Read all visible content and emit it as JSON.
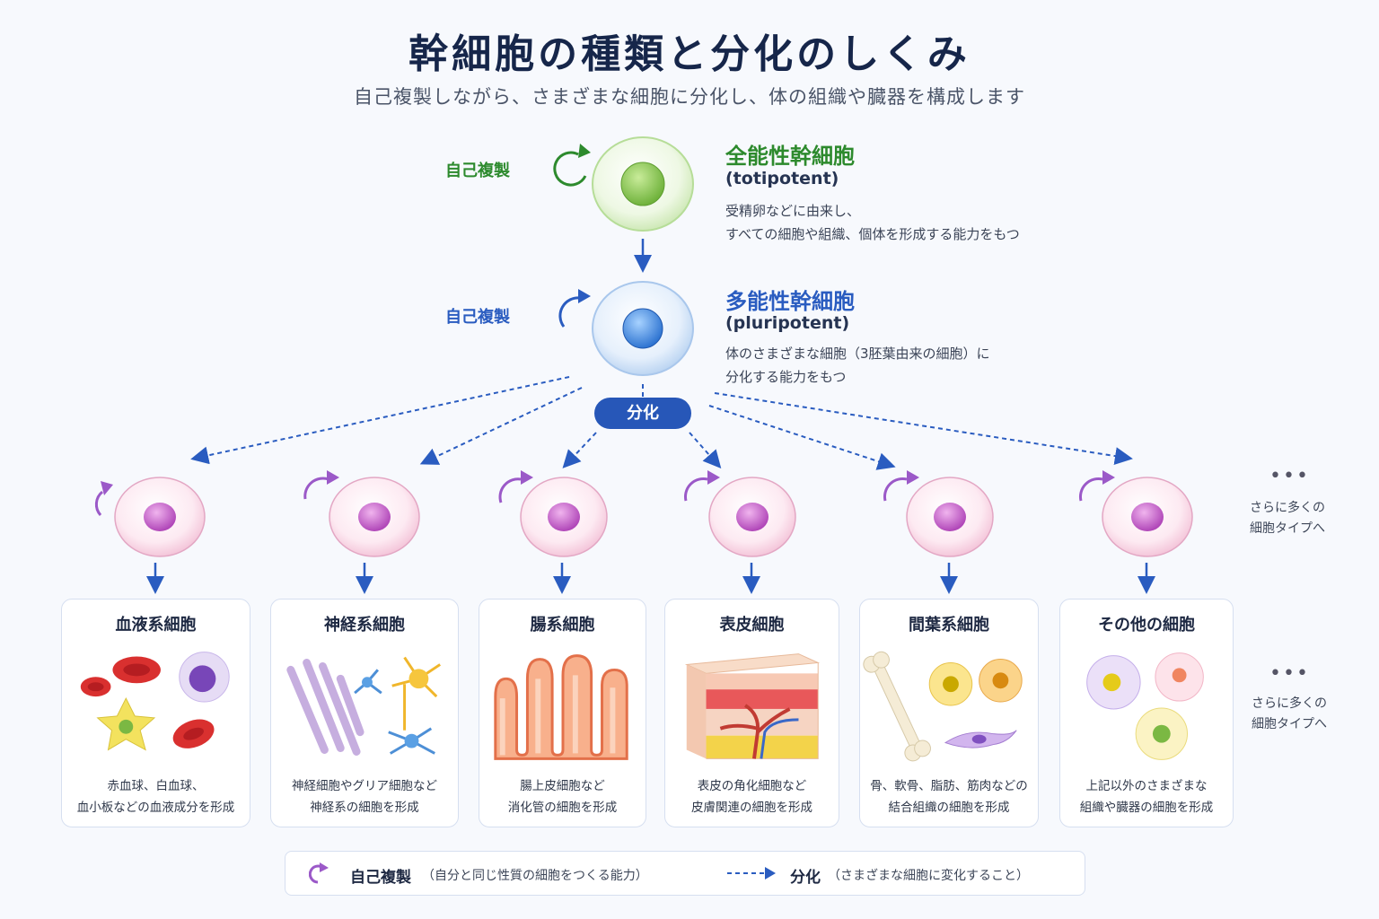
{
  "title": "幹細胞の種類と分化のしくみ",
  "subtitle": "自己複製しながら、さまざまな細胞に分化し、体の組織や臓器を構成します",
  "colors": {
    "totipotent": "#2d8a2d",
    "pluripotent": "#2a5cc0",
    "progenitor": "#9b59c8",
    "arrow": "#2a5cc0"
  },
  "totipotent": {
    "self_renewal_label": "自己複製",
    "name": "全能性幹細胞",
    "en": "(totipotent)",
    "desc1": "受精卵などに由来し、",
    "desc2": "すべての細胞や組織、個体を形成する能力をもつ"
  },
  "pluripotent": {
    "self_renewal_label": "自己複製",
    "name": "多能性幹細胞",
    "en": "(pluripotent)",
    "desc1": "体のさまざまな細胞（3胚葉由来の細胞）に",
    "desc2": "分化する能力をもつ"
  },
  "differentiation_label": "分化",
  "cards": [
    {
      "title": "血液系細胞",
      "desc1": "赤血球、白血球、",
      "desc2": "血小板などの血液成分を形成",
      "icon": "blood-cells-icon"
    },
    {
      "title": "神経系細胞",
      "desc1": "神経細胞やグリア細胞など",
      "desc2": "神経系の細胞を形成",
      "icon": "neuron-icon"
    },
    {
      "title": "腸系細胞",
      "desc1": "腸上皮細胞など",
      "desc2": "消化管の細胞を形成",
      "icon": "intestinal-villi-icon"
    },
    {
      "title": "表皮細胞",
      "desc1": "表皮の角化細胞など",
      "desc2": "皮膚関連の細胞を形成",
      "icon": "skin-layers-icon"
    },
    {
      "title": "間葉系細胞",
      "desc1": "骨、軟骨、脂肪、筋肉などの",
      "desc2": "結合組織の細胞を形成",
      "icon": "bone-fat-muscle-icon"
    },
    {
      "title": "その他の細胞",
      "desc1": "上記以外のさまざまな",
      "desc2": "組織や臓器の細胞を形成",
      "icon": "other-cells-icon"
    }
  ],
  "more": {
    "dots": "•••",
    "upper1": "さらに多くの",
    "upper2": "細胞タイプへ",
    "lower1": "さらに多くの",
    "lower2": "細胞タイプへ"
  },
  "legend": {
    "self_renewal": "自己複製",
    "self_renewal_desc": "（自分と同じ性質の細胞をつくる能力）",
    "differentiation": "分化",
    "differentiation_desc": "（さまざまな細胞に変化すること）"
  }
}
